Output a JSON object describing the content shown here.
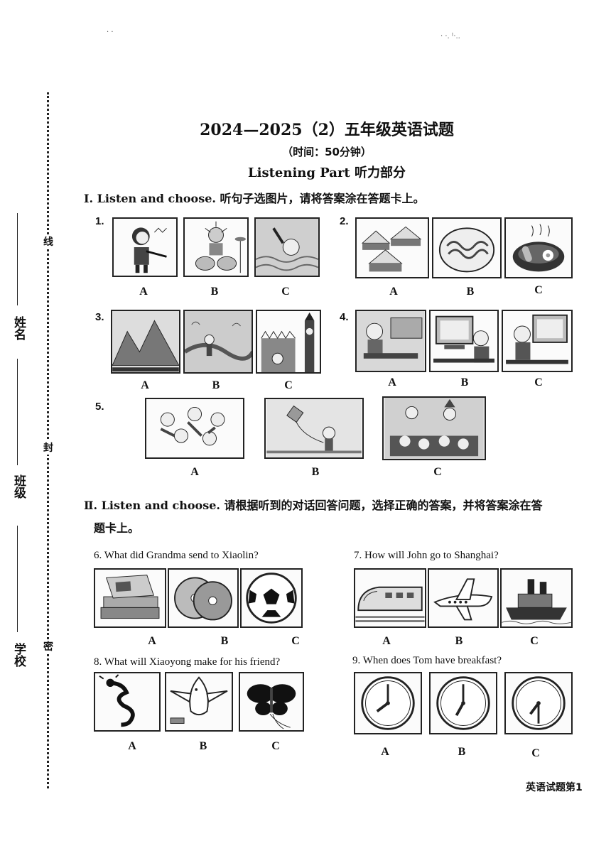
{
  "header": {
    "title": "2024—2025（2）五年级英语试题",
    "time": "（时间：50分钟）",
    "part": "Listening Part   听力部分"
  },
  "margin": {
    "labels": {
      "school": "学校",
      "class": "班级",
      "name": "姓名"
    },
    "seal_chars": [
      "线",
      "封",
      "密"
    ]
  },
  "section1": {
    "heading": "Ⅰ. Listen and choose. 听句子选图片，请将答案涂在答题卡上。",
    "questions": [
      {
        "num": "1.",
        "images": [
          "girl-playing-violin",
          "child-playing-drums",
          "girl-swimming"
        ]
      },
      {
        "num": "2.",
        "images": [
          "sandwiches",
          "noodles",
          "sausages-and-egg"
        ]
      },
      {
        "num": "3.",
        "images": [
          "mountains",
          "boy-by-river",
          "big-ben-london"
        ]
      },
      {
        "num": "4.",
        "images": [
          "boy-sleeping-on-train",
          "boy-at-computer",
          "boy-using-computer-happy"
        ]
      },
      {
        "num": "5.",
        "images": [
          "children-dancing",
          "flying-kites",
          "party-feast"
        ]
      }
    ],
    "option_letters": [
      "A",
      "B",
      "C"
    ]
  },
  "section2": {
    "heading_line1": "Ⅱ. Listen and choose. 请根据听到的对话回答问题，选择正确的答案，并将答案涂在答",
    "heading_line2": "题卡上。",
    "questions": [
      {
        "text": "6. What did Grandma send to Xiaolin?",
        "images": [
          "english-books",
          "cds",
          "football"
        ]
      },
      {
        "text": "7.  How will John go to Shanghai?",
        "images": [
          "train",
          "plane",
          "ship"
        ]
      },
      {
        "text": "8. What will Xiaoyong make for his friend?",
        "images": [
          "dragon-kite",
          "fish-kite",
          "butterfly-kite"
        ]
      },
      {
        "text": "9. When does Tom have breakfast?",
        "images": [
          "clock-eight",
          "clock-seven",
          "clock-seven-thirty"
        ]
      }
    ],
    "option_letters": [
      "A",
      "B",
      "C"
    ]
  },
  "footer": {
    "page_label": "英语试题第1"
  },
  "scan_marks": {
    "left": "·  ·",
    "right": "· ·. ˡ·.."
  }
}
